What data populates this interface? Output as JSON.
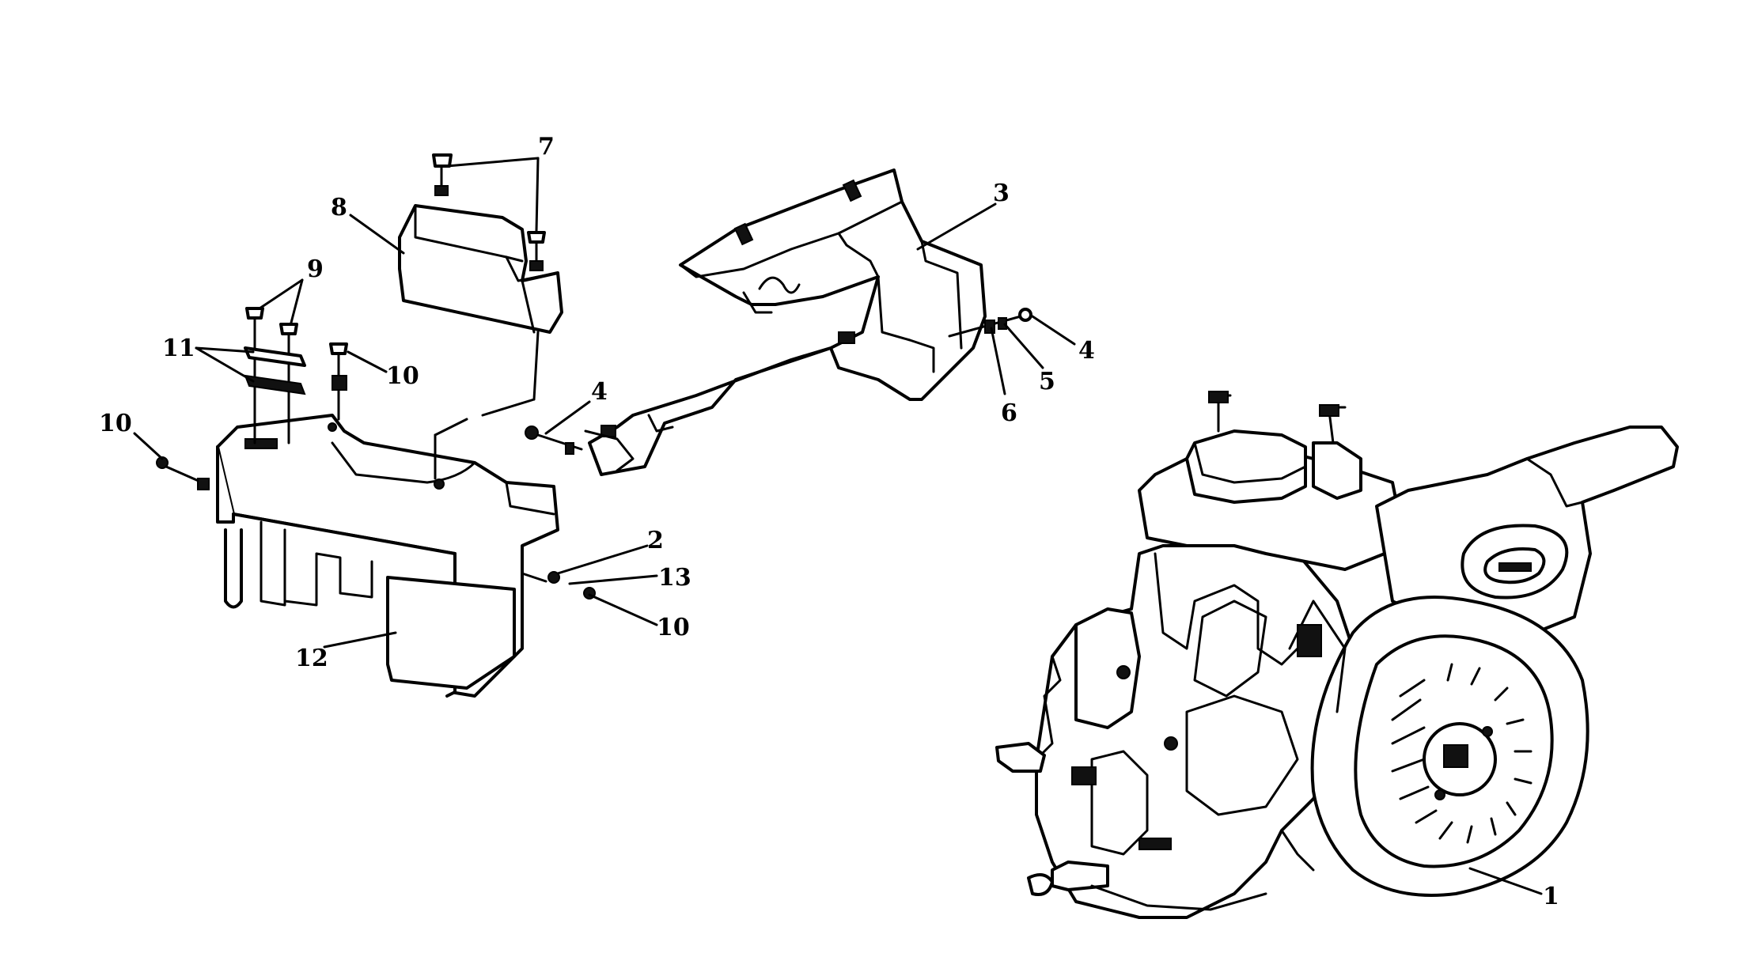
{
  "callouts": [
    "1",
    "2",
    "3",
    "4",
    "4",
    "5",
    "6",
    "7",
    "8",
    "9",
    "10",
    "10",
    "10",
    "11",
    "12",
    "13"
  ],
  "colors": {
    "line": "#000000",
    "background": "#ffffff"
  }
}
